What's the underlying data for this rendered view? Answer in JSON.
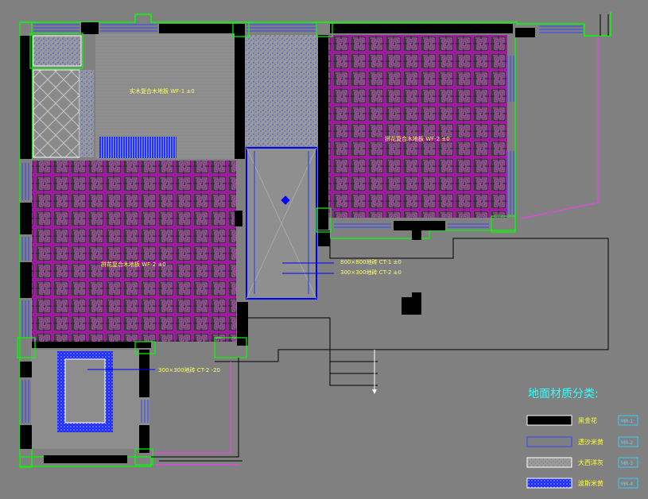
{
  "legend": {
    "title": "地面材质分类:",
    "items": [
      {
        "label": "黑金花",
        "code": "MR-1",
        "swatch": "#000000"
      },
      {
        "label": "透沙米黄",
        "code": "MR-2",
        "swatch": "#7f7f7f"
      },
      {
        "label": "大西洋灰",
        "code": "MR-3",
        "swatch": "dots-grey"
      },
      {
        "label": "波斯米黄",
        "code": "MR-4",
        "swatch": "dots-blue"
      }
    ]
  },
  "rooms": {
    "top_left": "实木复合木地板  WF-1  ±0",
    "top_right": "拼花复合木地板  WF-2  ±0",
    "main_left": "拼花复合木地板  WF-2  ±0",
    "tile_a": "800×800地砖  CT-1  ±0",
    "tile_b": "300×300地砖  CT-2  ±0",
    "tile_c": "300×300地砖  CT-2  -20"
  },
  "colors": {
    "background": "#808080",
    "wall": "#000000",
    "wall_outline": "#00ff00",
    "parquet": "#ff00ff",
    "annotation": "#0000ff",
    "text": "#ffff66",
    "title": "#33ffff"
  }
}
